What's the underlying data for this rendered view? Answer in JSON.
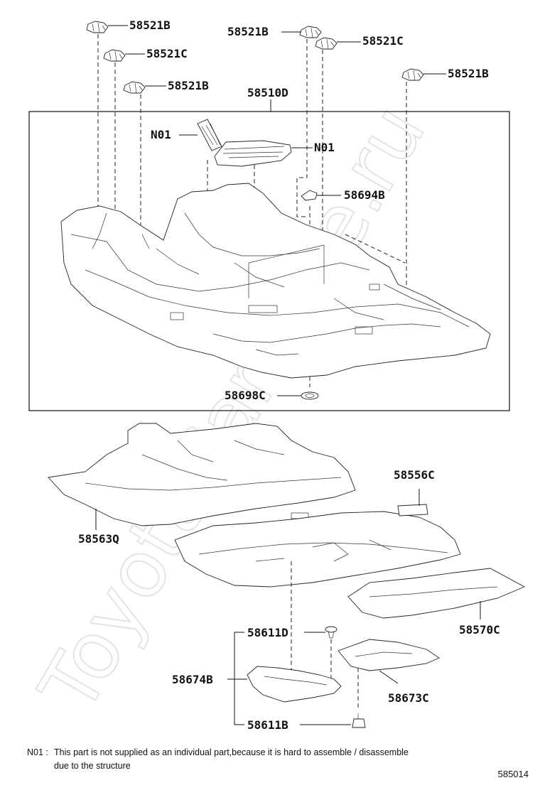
{
  "watermark": "ToyotaCarMine.ru",
  "labels": {
    "clip_b_1": "58521B",
    "clip_c_1": "58521C",
    "clip_b_2": "58521B",
    "clip_b_3": "58521B",
    "clip_c_2": "58521C",
    "clip_b_4": "58521B",
    "carpet": "58510D",
    "n01_a": "N01",
    "n01_b": "N01",
    "hook": "58694B",
    "grommet": "58698C",
    "silencer_rear": "58556C",
    "silencer_front": "58563Q",
    "silencer_side": "58570C",
    "clip_d": "58611D",
    "pad_left": "58674B",
    "pad_right": "58673C",
    "clip_b_bottom": "58611B"
  },
  "footnote": {
    "key": "N01 :",
    "line1": "This part is not supplied as an individual part,because it is hard to assemble / disassemble",
    "line2": "due to the structure"
  },
  "ref_code": "585014"
}
